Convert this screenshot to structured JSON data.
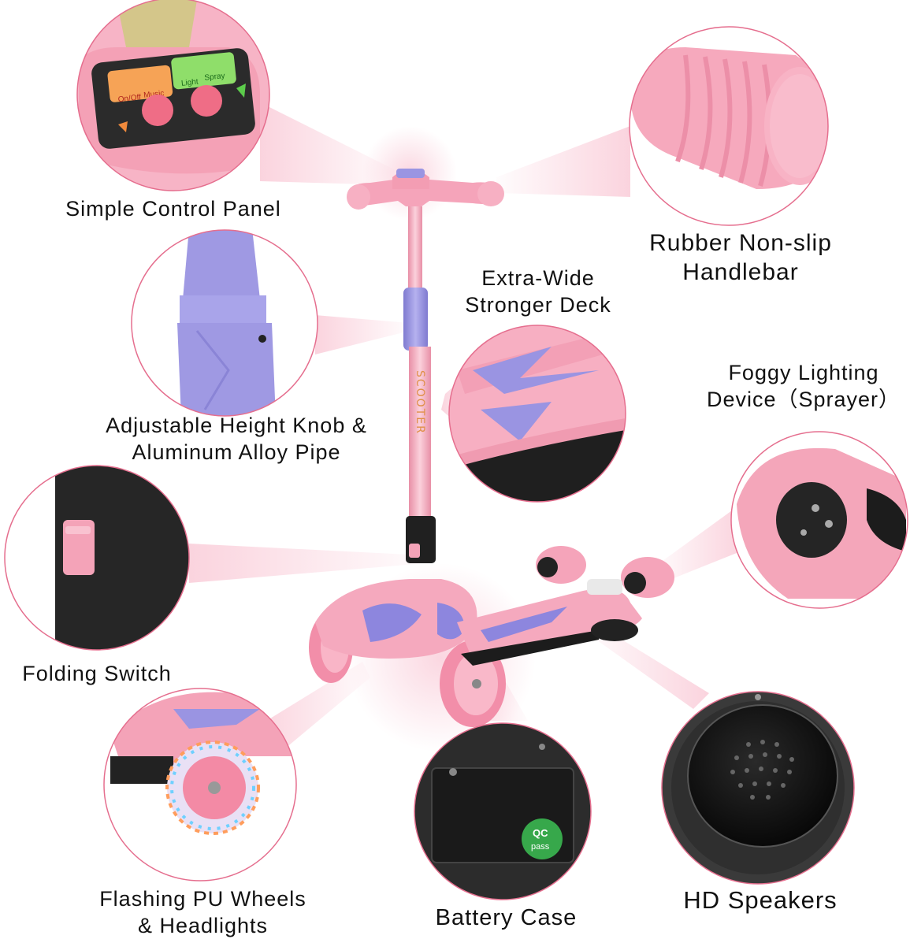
{
  "colors": {
    "accent_pink": "#f4a3b8",
    "circle_border": "#e56e8e",
    "lavender": "#9a95e2",
    "deck_black": "#1c1c1c"
  },
  "labels": {
    "control_panel": "Simple Control Panel",
    "handlebar_line1": "Rubber Non-slip",
    "handlebar_line2": "Handlebar",
    "deck_line1": "Extra-Wide",
    "deck_line2": "Stronger Deck",
    "knob_line1": "Adjustable Height Knob &",
    "knob_line2": "Aluminum Alloy Pipe",
    "foggy_line1": "Foggy Lighting",
    "foggy_line2": "Device（Sprayer）",
    "folding": "Folding Switch",
    "wheels_line1": "Flashing PU Wheels",
    "wheels_line2": "& Headlights",
    "battery": "Battery Case",
    "speakers": "HD Speakers"
  },
  "control_panel": {
    "btn_onoff": "On/Off",
    "btn_music": "Music",
    "btn_light": "Light",
    "btn_spray": "Spray"
  },
  "battery_badge": {
    "line1": "QC",
    "line2": "pass"
  },
  "stem_text": "SCOOTER"
}
